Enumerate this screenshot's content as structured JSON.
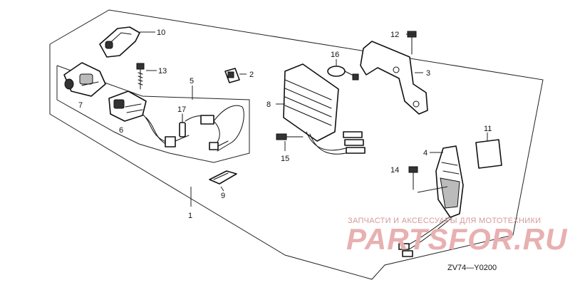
{
  "callouts": {
    "c1": "1",
    "c2": "2",
    "c3": "3",
    "c4": "4",
    "c5": "5",
    "c6": "6",
    "c7": "7",
    "c8": "8",
    "c9": "9",
    "c10": "10",
    "c11": "11",
    "c12": "12",
    "c13": "13",
    "c14": "14",
    "c15": "15",
    "c16": "16",
    "c17": "17"
  },
  "watermark": {
    "top_text": "ЗАПЧАСТИ И АКСЕССУАРЫ ДЛЯ МОТОТЕХНИКИ",
    "logo_text": "PARTSFOR.RU"
  },
  "diagram_code": "ZV74—Y0200"
}
